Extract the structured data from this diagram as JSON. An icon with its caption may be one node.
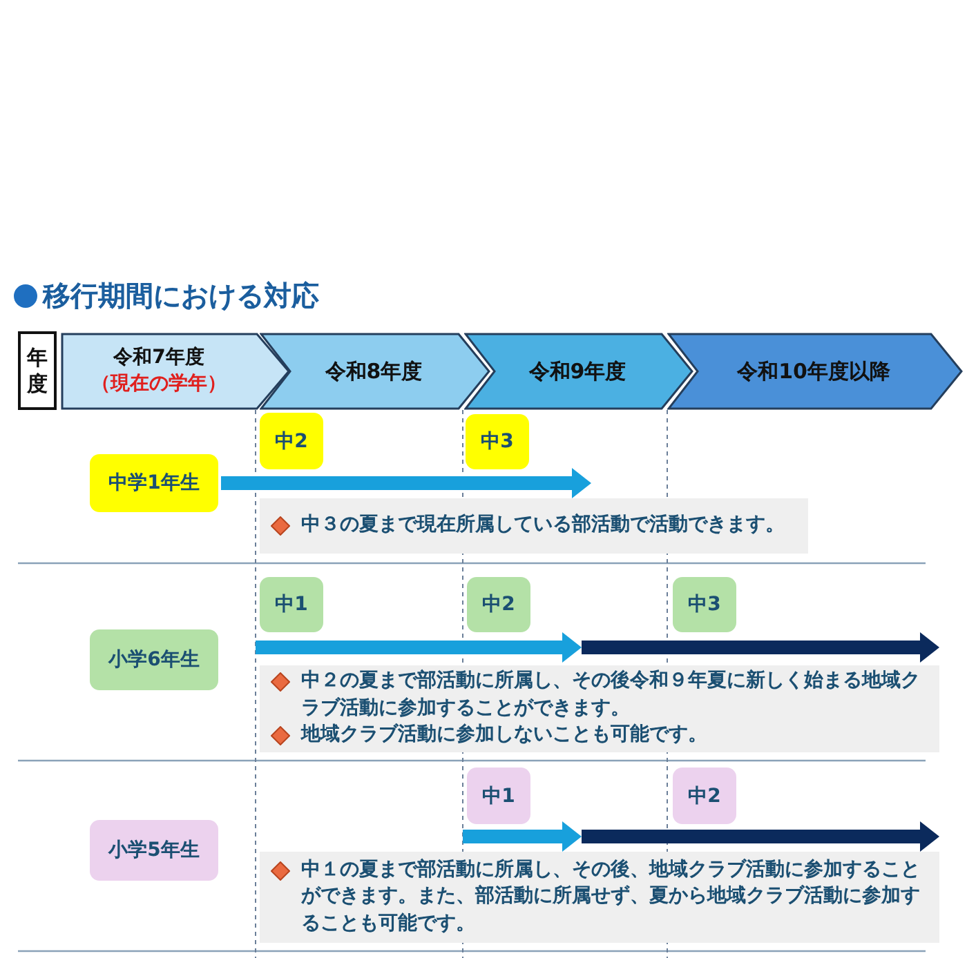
{
  "diagram": {
    "title": "移行期間における対応",
    "nodes": [
      {
        "text": [
          "年度"
        ]
      },
      {
        "text": [
          "令和7年度",
          "（現在の学年）"
        ]
      },
      {
        "text": [
          "令和8年度"
        ]
      },
      {
        "text": [
          "令和9年度"
        ]
      },
      {
        "text": [
          "令和10年度以降"
        ]
      },
      {
        "text": [
          "中学1年生"
        ]
      },
      {
        "text": [
          "中2"
        ]
      },
      {
        "text": [
          "中3"
        ]
      },
      {
        "text": [
          "中３の夏まで現在所属している部活動で活動できます。"
        ]
      },
      {
        "text": [
          "小学6年生"
        ]
      },
      {
        "text": [
          "中1"
        ]
      },
      {
        "text": [
          "中2"
        ]
      },
      {
        "text": [
          "中3"
        ]
      },
      {
        "text": [
          "中２の夏まで部活動に所属し、その後令和９年夏に新しく始まる地域クラブ活動に参加することができます。",
          "地域クラブ活動に参加しないことも可能です。"
        ]
      },
      {
        "text": [
          "小学5年生"
        ]
      },
      {
        "text": [
          "中1"
        ]
      },
      {
        "text": [
          "中2"
        ]
      },
      {
        "text": [
          "中１の夏まで部活動に所属し、その後、地域クラブ活動に参加することができます。また、部活動に所属せず、夏から地域クラブ活動に参加することも可能です。"
        ]
      }
    ]
  }
}
